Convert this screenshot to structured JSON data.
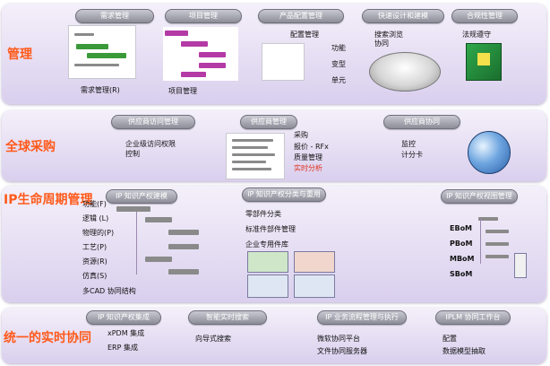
{
  "sections": {
    "management": {
      "title": "管理",
      "pills": [
        "需求管理",
        "项目管理",
        "产品配置管理",
        "快速设计和建模",
        "合规性管理"
      ],
      "texts": {
        "req": "需求管理(R)",
        "proj": "项目管理",
        "config": "配置管理",
        "func": "功能",
        "variant": "变型",
        "unit": "单元",
        "search": "搜索浏览",
        "collab": "协同",
        "reg": "法规遵守"
      }
    },
    "procurement": {
      "title": "全球采购",
      "pills": [
        "供应商访问管理",
        "供应商管理",
        "供应商协同"
      ],
      "texts": {
        "access": "企业级访问权限",
        "control": "控制",
        "purchase": "采购",
        "quote": "报价 - RFx",
        "quality": "质量管理",
        "realtime": "实时分析",
        "monitor": "监控",
        "scorecard": "计分卡"
      }
    },
    "lifecycle": {
      "title": "IP生命周期管理",
      "pills": [
        "IP 知识产权建模",
        "IP 知识产权分类与重用",
        "IP 知识产权视图管理"
      ],
      "texts": {
        "func": "功能(F)",
        "logic": "逻辑 (L)",
        "physical": "物理的(P)",
        "process": "工艺(P)",
        "resource": "资源(R)",
        "sim": "仿真(S)",
        "multicad": "多CAD 协同结构",
        "parts": "零部件分类",
        "std": "标准件部件管理",
        "lib": "企业专用件库",
        "ebom": "EBoM",
        "pbom": "PBoM",
        "mbom": "MBoM",
        "sbom": "SBoM"
      }
    },
    "collaboration": {
      "title": "统一的实时协同",
      "pills": [
        "IP 知识产权集成",
        "智能实时搜索",
        "IP 业务流程管理与执行",
        "IPLM 协同工作台"
      ],
      "texts": {
        "xpdm": "xPDM 集成",
        "erp": "ERP 集成",
        "guided": "向导式搜索",
        "micro": "微软协同平台",
        "filecollab": "文件协同服务器",
        "config": "配置",
        "datamodel": "数据模型抽取"
      }
    }
  },
  "colors": {
    "title": "#ff5a1a",
    "accent_red": "#e0321c",
    "band": "#e6def3"
  },
  "icons": [
    "document-thumbnail",
    "tree-thumbnail",
    "pcb-device-icon",
    "circuit-board-icon",
    "globe-icon"
  ]
}
